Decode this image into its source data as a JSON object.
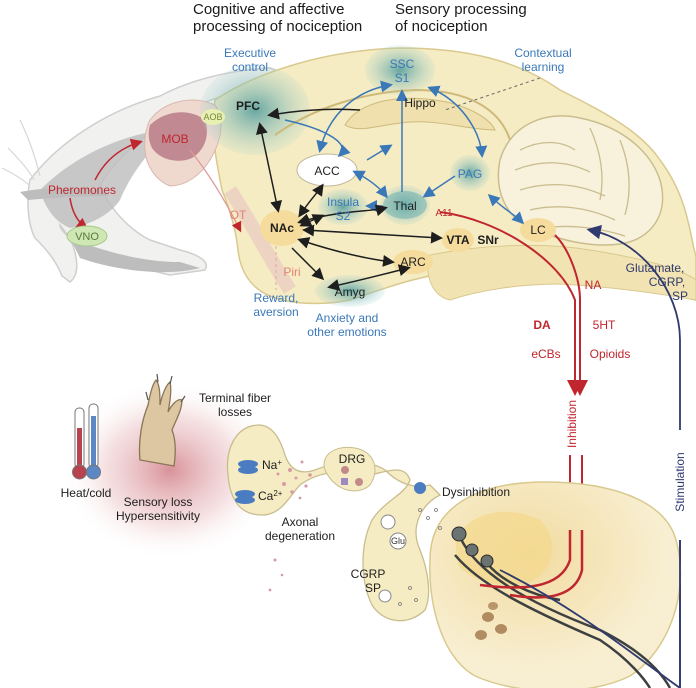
{
  "headers": {
    "left_line1": "Cognitive and affective",
    "left_line2": "processing of nociception",
    "right_line1": "Sensory processing",
    "right_line2": "of nociception"
  },
  "brain_regions": {
    "executive_control_1": "Executive",
    "executive_control_2": "control",
    "contextual_learning_1": "Contextual",
    "contextual_learning_2": "learning",
    "ssc": "SSC",
    "s1": "S1",
    "hippo": "Hippo",
    "pfc": "PFC",
    "acc": "ACC",
    "insula": "Insula",
    "s2": "S2",
    "thal": "Thal",
    "pag": "PAG",
    "a11": "A11",
    "nac": "NAc",
    "vta": "VTA",
    "snr": "SNr",
    "lc": "LC",
    "arc": "ARC",
    "amyg": "Amyg",
    "mob": "MOB",
    "aob": "AOB",
    "pheromones": "Pheromones",
    "vno": "VNO",
    "ot": "OT",
    "piri": "Piri",
    "reward_1": "Reward,",
    "reward_2": "aversion",
    "anxiety_1": "Anxiety and",
    "anxiety_2": "other emotions"
  },
  "descending": {
    "na": "NA",
    "da": "DA",
    "five_ht": "5HT",
    "ecbs": "eCBs",
    "opioids": "Opioids",
    "inhibition": "Inhibition",
    "glutamate_1": "Glutamate,",
    "glutamate_2": "CGRP,",
    "glutamate_3": "SP",
    "stimulation": "Stimulation"
  },
  "periphery": {
    "terminal_1": "Terminal fiber",
    "terminal_2": "losses",
    "na_ion": "Na",
    "ca_ion": "Ca",
    "heat_cold": "Heat/cold",
    "sensory_loss": "Sensory loss",
    "hypersensitivity": "Hypersensitivity",
    "axonal_1": "Axonal",
    "axonal_2": "degeneration",
    "drg": "DRG",
    "dysinhibition": "Dysinhibition",
    "glu": "Glu",
    "cgrp": "CGRP",
    "sp": "SP"
  },
  "colors": {
    "brain_fill": "#f6ecc3",
    "region_teal": "#5fa8a8",
    "mob_mauve": "#b87a86",
    "descending_red": "#c0262e",
    "stimulation_navy": "#2f3a6e",
    "label_blue": "#3a78b8"
  }
}
